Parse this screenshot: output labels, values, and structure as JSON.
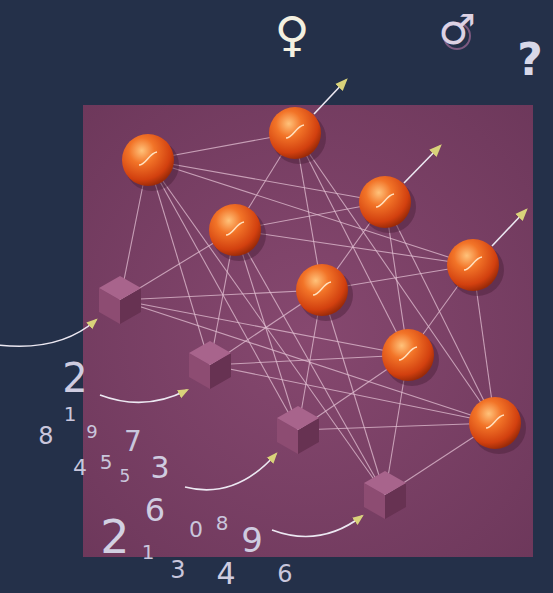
{
  "diagram": {
    "labels": [
      "♀",
      "♂",
      "?",
      "2",
      "8",
      "1",
      "9",
      "7",
      "4",
      "5",
      "5",
      "3",
      "6",
      "2",
      "1",
      "0",
      "8",
      "9",
      "3",
      "4",
      "6"
    ]
  }
}
